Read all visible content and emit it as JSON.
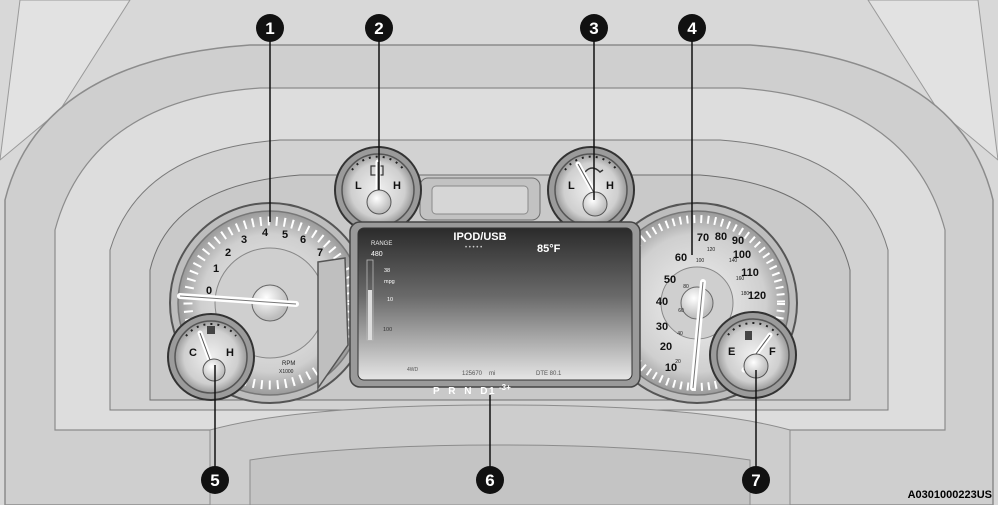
{
  "callouts": [
    "1",
    "2",
    "3",
    "4",
    "5",
    "6",
    "7"
  ],
  "tachometer": {
    "ticks": [
      "0",
      "1",
      "2",
      "3",
      "4",
      "5",
      "6",
      "7"
    ],
    "label_rpm": "RPM",
    "label_scale": "X1000"
  },
  "temp_gauge": {
    "low": "C",
    "high": "H"
  },
  "volt_gauge": {
    "low": "L",
    "high": "H"
  },
  "oil_gauge": {
    "low": "L",
    "high": "H"
  },
  "fuel_gauge": {
    "empty": "E",
    "full": "F"
  },
  "speedometer": {
    "mph": [
      "10",
      "20",
      "30",
      "40",
      "50",
      "60",
      "70",
      "80",
      "90",
      "100",
      "110",
      "120"
    ],
    "kmh": [
      "20",
      "40",
      "60",
      "80",
      "100",
      "120",
      "140",
      "160",
      "180"
    ]
  },
  "evic": {
    "header": "IPOD/USB",
    "range_label": "RANGE",
    "range_value": "480",
    "temperature": "85°F",
    "mpg_top": "38",
    "mpg_unit": "mpg",
    "mpg_mid": "10",
    "mpg_low": "100",
    "odometer": "125670",
    "odometer_unit": "mi",
    "trip": "DTE 80.1",
    "small_left": "4WD",
    "gear_row": "P R N D",
    "gear_num": "1",
    "gear_select": "-3+"
  },
  "caption": "A0301000223US"
}
